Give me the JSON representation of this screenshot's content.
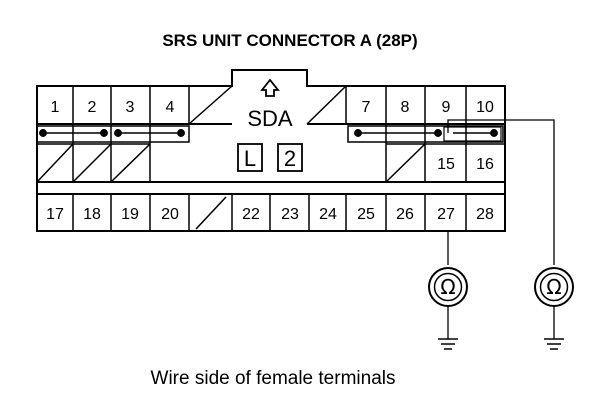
{
  "title": "SRS UNIT CONNECTOR A (28P)",
  "caption": "Wire side of female terminals",
  "lock_label": "SDA",
  "marks": [
    "L",
    "2"
  ],
  "top_row_pins": [
    "1",
    "2",
    "3",
    "4",
    "7",
    "8",
    "9",
    "10"
  ],
  "mid_row_pins": [
    "15",
    "16"
  ],
  "bottom_row_pins": [
    "17",
    "18",
    "19",
    "20",
    "22",
    "23",
    "24",
    "25",
    "26",
    "27",
    "28"
  ],
  "meter_symbol": "Ω",
  "meters": [
    "left-ohmmeter",
    "right-ohmmeter"
  ],
  "shorting_bars": [
    "1-2",
    "3-4",
    "7-8-9",
    "9-10"
  ]
}
